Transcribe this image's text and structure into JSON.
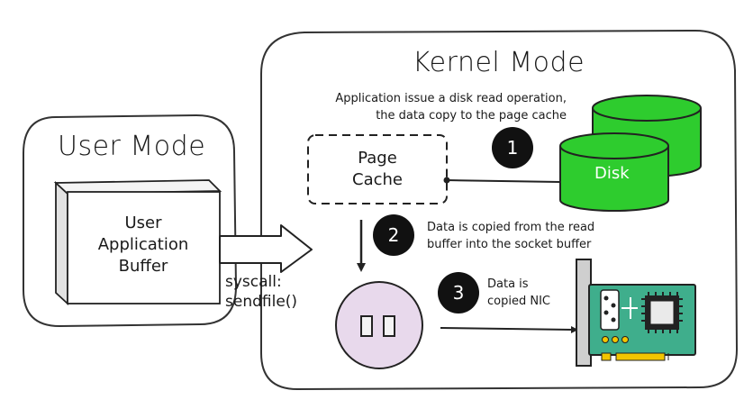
{
  "kernel": {
    "title": "Kernel Mode"
  },
  "user": {
    "title": "User Mode",
    "buffer_lines": [
      "User",
      "Application",
      "Buffer"
    ]
  },
  "page_cache": {
    "line1": "Page",
    "line2": "Cache"
  },
  "disk": {
    "label": "Disk",
    "color": "#2ecc2e"
  },
  "syscall": {
    "line1": "syscall:",
    "line2": "sendfile()"
  },
  "steps": [
    {
      "number": "1",
      "lines": [
        "Application issue a disk read operation,",
        "the data copy to the page cache"
      ]
    },
    {
      "number": "2",
      "lines": [
        "Data is copied from the read",
        "buffer into the socket buffer"
      ]
    },
    {
      "number": "3",
      "lines": [
        "Data is",
        "copied NIC"
      ]
    }
  ],
  "socket_color": "#e8d9ec",
  "nic_color": "#3fae8c"
}
